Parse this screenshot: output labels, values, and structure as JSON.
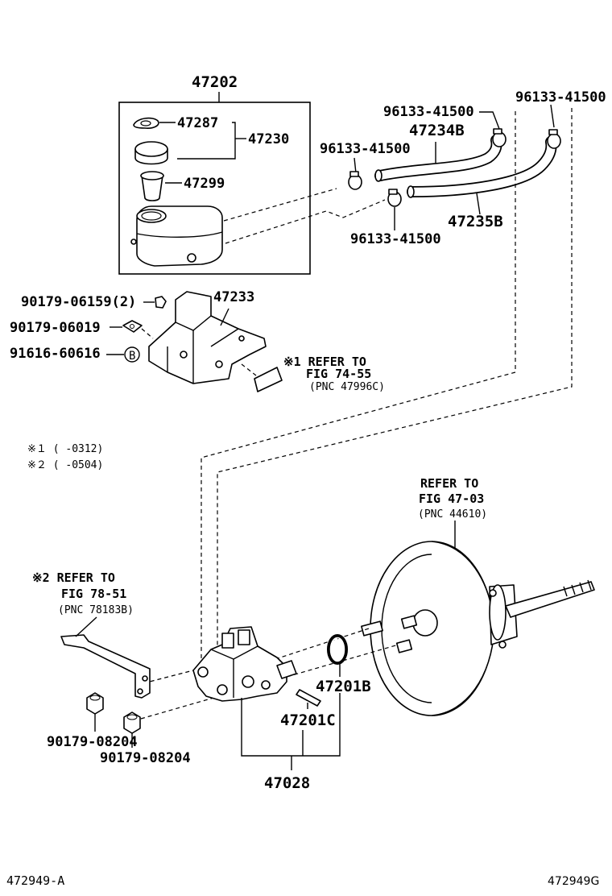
{
  "reservoir": {
    "group_pn": "47202",
    "cap_gasket_pn": "47287",
    "cap_assy_pn": "47230",
    "strainer_pn": "47299"
  },
  "hoses": {
    "clip_upper_left": "96133-41500",
    "clip_upper_right": "96133-41500",
    "clip_mid": "96133-41500",
    "clip_lower": "96133-41500",
    "hose_upper_pn": "47234B",
    "hose_lower_pn": "47235B"
  },
  "bracket": {
    "pn": "47233",
    "bolt_pn": "90179-06159(2)",
    "nut_pn": "90179-06019",
    "clip_pn": "91616-60616",
    "clip_marker": "B"
  },
  "refer_fig_74_55": {
    "line1": "※1 REFER TO",
    "line2": "FIG 74-55",
    "line3": "(PNC 47996C)"
  },
  "notes": {
    "note1": "※１  (     -0312)",
    "note2": "※２  (     -0504)"
  },
  "refer_fig_47_03": {
    "line1": "REFER TO",
    "line2": "FIG 47-03",
    "line3": "(PNC 44610)"
  },
  "refer_fig_78_51": {
    "line1": "※2 REFER TO",
    "line2": "FIG 78-51",
    "line3": "(PNC 78183B)"
  },
  "master_cylinder": {
    "oring_pn": "47201B",
    "pin_pn": "47201C",
    "assy_pn": "47028",
    "nut_upper_pn": "90179-08204",
    "nut_lower_pn": "90179-08204"
  },
  "footer": {
    "left_code": "472949-A",
    "right_code": "472949G"
  }
}
